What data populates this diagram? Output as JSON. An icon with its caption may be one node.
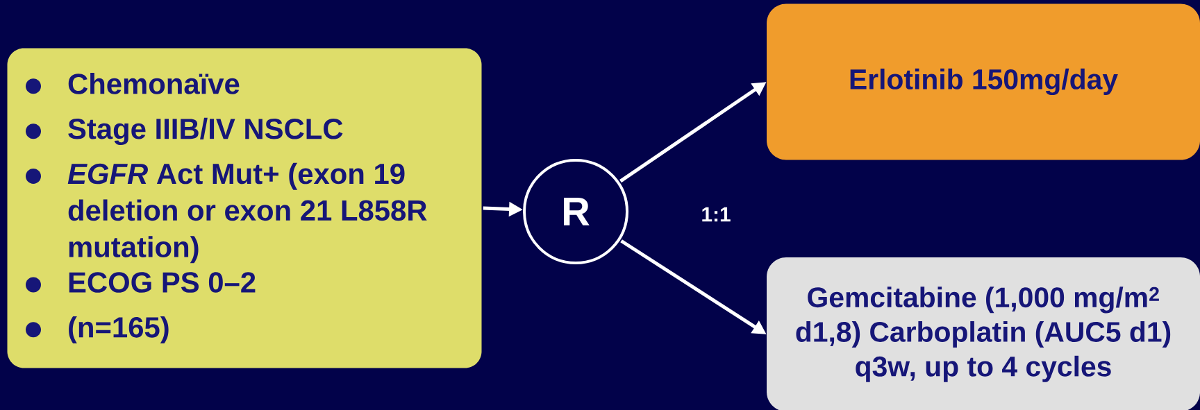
{
  "diagram": {
    "nodes": [
      {
        "text": [
          "Chemonaïve",
          "Stage IIIB/IV NSCLC",
          "*EGFR* Act Mut+ (exon 19 deletion or exon 21 L858R mutation)",
          "ECOG PS 0–2",
          "(n=165)"
        ]
      },
      {
        "text": [
          "R"
        ]
      },
      {
        "text": [
          "Erlotinib 150mg/day"
        ]
      },
      {
        "text": [
          "Gemcitabine (1,000 mg/m$^{2}$ d1,8) Carboplatin (AUC5 d1) q3w, up to 4 cycles"
        ]
      }
    ],
    "edges": [
      {
        "from": 0,
        "to": 1,
        "arrow": "to"
      },
      {
        "from": 1,
        "to": 2,
        "arrow": "to"
      },
      {
        "from": 1,
        "to": 3,
        "arrow": "to"
      }
    ],
    "labels": [
      "1:1"
    ]
  }
}
